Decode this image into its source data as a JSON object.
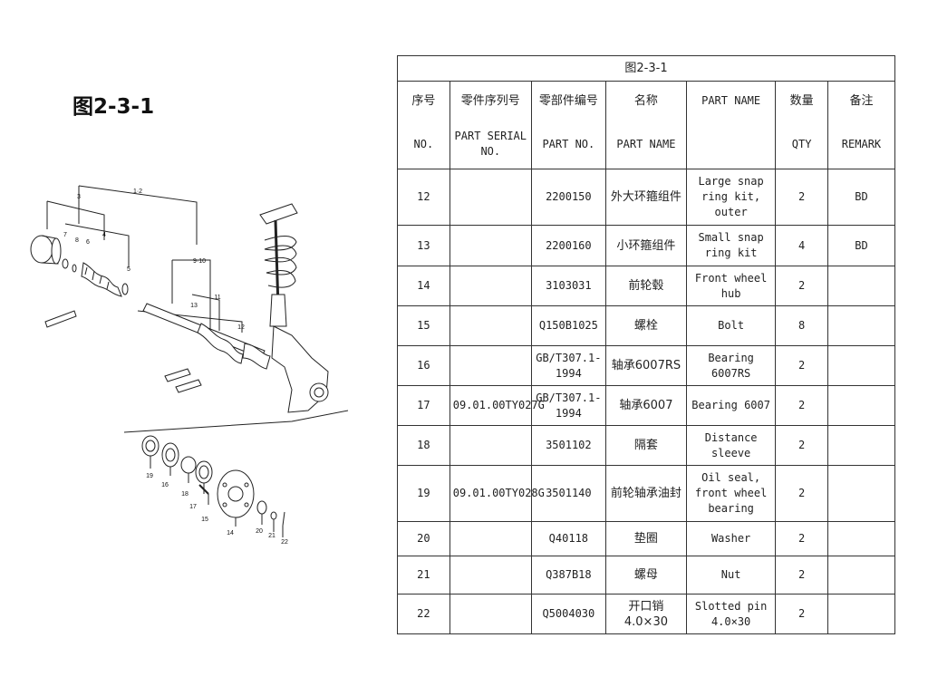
{
  "figure_title": "图2-3-1",
  "table": {
    "caption": "图2-3-1",
    "header_cn": [
      "序号",
      "零件序列号",
      "零部件编号",
      "名称",
      "PART NAME",
      "数量",
      "备注"
    ],
    "header_en": [
      "NO.",
      "PART SERIAL NO.",
      "PART NO.",
      "PART NAME",
      "",
      "QTY",
      "REMARK"
    ],
    "rows": [
      {
        "no": "12",
        "serial": "",
        "part_no": "2200150",
        "name_cn": "外大环箍组件",
        "name_en": "Large snap ring kit, outer",
        "qty": "2",
        "remark": "BD"
      },
      {
        "no": "13",
        "serial": "",
        "part_no": "2200160",
        "name_cn": "小环箍组件",
        "name_en": "Small snap ring kit",
        "qty": "4",
        "remark": "BD"
      },
      {
        "no": "14",
        "serial": "",
        "part_no": "3103031",
        "name_cn": "前轮毂",
        "name_en": "Front wheel hub",
        "qty": "2",
        "remark": ""
      },
      {
        "no": "15",
        "serial": "",
        "part_no": "Q150B1025",
        "name_cn": "螺栓",
        "name_en": "Bolt",
        "qty": "8",
        "remark": ""
      },
      {
        "no": "16",
        "serial": "",
        "part_no": "GB/T307.1-1994",
        "name_cn": "轴承6007RS",
        "name_en": "Bearing 6007RS",
        "qty": "2",
        "remark": ""
      },
      {
        "no": "17",
        "serial": "09.01.00TY027G",
        "part_no": "GB/T307.1-1994",
        "name_cn": "轴承6007",
        "name_en": "Bearing 6007",
        "qty": "2",
        "remark": ""
      },
      {
        "no": "18",
        "serial": "",
        "part_no": "3501102",
        "name_cn": "隔套",
        "name_en": "Distance sleeve",
        "qty": "2",
        "remark": ""
      },
      {
        "no": "19",
        "serial": "09.01.00TY028G",
        "part_no": "3501140",
        "name_cn": "前轮轴承油封",
        "name_en": "Oil seal, front wheel bearing",
        "qty": "2",
        "remark": ""
      },
      {
        "no": "20",
        "serial": "",
        "part_no": "Q40118",
        "name_cn": "垫圈",
        "name_en": "Washer",
        "qty": "2",
        "remark": ""
      },
      {
        "no": "21",
        "serial": "",
        "part_no": "Q387B18",
        "name_cn": "螺母",
        "name_en": "Nut",
        "qty": "2",
        "remark": ""
      },
      {
        "no": "22",
        "serial": "",
        "part_no": "Q5004030",
        "name_cn": "开口销4.0×30",
        "name_en": "Slotted pin 4.0×30",
        "qty": "2",
        "remark": ""
      }
    ]
  },
  "diagram": {
    "callouts": [
      "1·2",
      "3",
      "4",
      "5",
      "6",
      "7",
      "8",
      "9·10",
      "11",
      "12",
      "13",
      "14",
      "15",
      "16",
      "17",
      "18",
      "19",
      "20",
      "21",
      "22"
    ]
  }
}
